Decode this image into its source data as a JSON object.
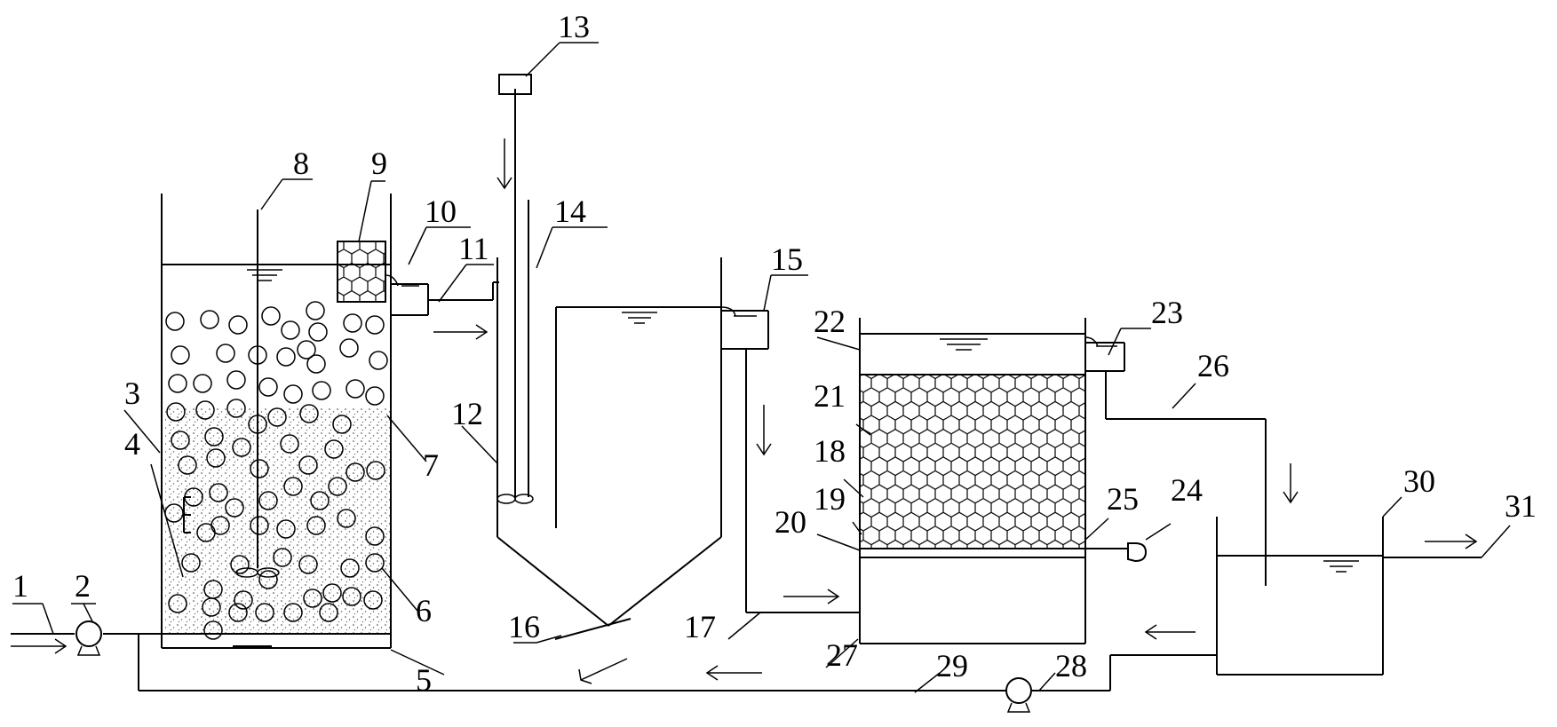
{
  "labels": {
    "l1": "1",
    "l2": "2",
    "l3": "3",
    "l4": "4",
    "l5": "5",
    "l6": "6",
    "l7": "7",
    "l8": "8",
    "l9": "9",
    "l10": "10",
    "l11": "11",
    "l12": "12",
    "l13": "13",
    "l14": "14",
    "l15": "15",
    "l16": "16",
    "l17": "17",
    "l18": "18",
    "l19": "19",
    "l20": "20",
    "l21": "21",
    "l22": "22",
    "l23": "23",
    "l24": "24",
    "l25": "25",
    "l26": "26",
    "l27": "27",
    "l28": "28",
    "l29": "29",
    "l30": "30",
    "l31": "31"
  }
}
